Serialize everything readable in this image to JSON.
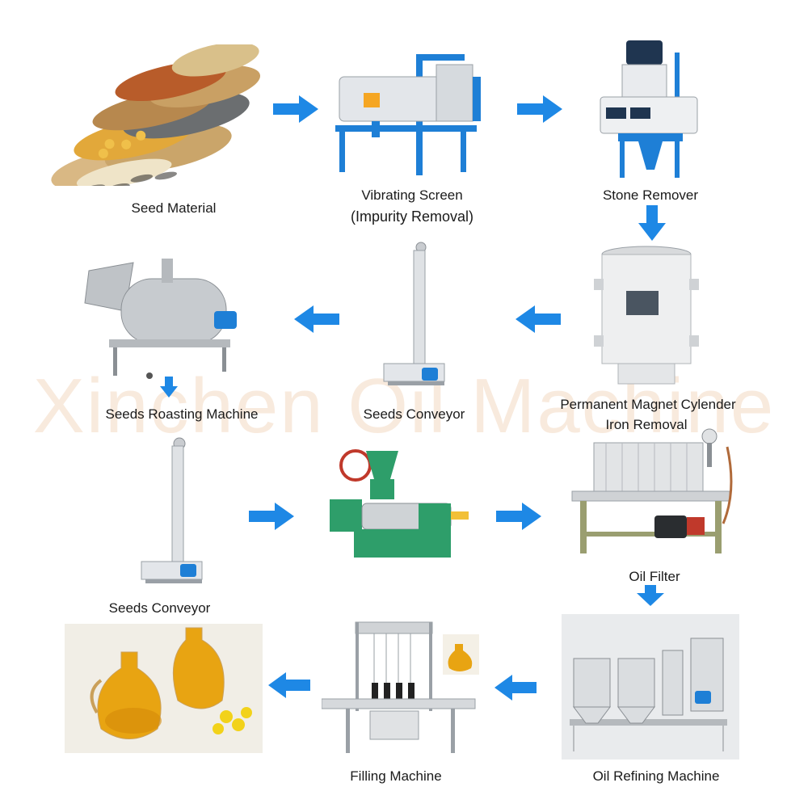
{
  "watermark": "Xinchen Oil Machine",
  "colors": {
    "arrow": "#1e88e5",
    "machine_blue": "#1e7fd6",
    "machine_green": "#2e9e6a",
    "steel": "#c9ccd0",
    "oil": "#e8a412"
  },
  "steps": {
    "seed_material": {
      "label": "Seed Material"
    },
    "vibrating_screen": {
      "label": "Vibrating Screen",
      "label2": "(Impurity Removal)"
    },
    "stone_remover": {
      "label": "Stone Remover"
    },
    "magnet_cylinder": {
      "label": "Permanent Magnet Cylender",
      "label2": "Iron Removal"
    },
    "seeds_conveyor_1": {
      "label": "Seeds Conveyor"
    },
    "roasting_machine": {
      "label": "Seeds Roasting Machine"
    },
    "seeds_conveyor_2": {
      "label": "Seeds Conveyor"
    },
    "oil_press": {
      "label": ""
    },
    "oil_filter": {
      "label": "Oil Filter"
    },
    "refining_machine": {
      "label": "Oil Refining Machine"
    },
    "filling_machine": {
      "label": "Filling Machine"
    },
    "oil_product": {
      "label": ""
    }
  }
}
